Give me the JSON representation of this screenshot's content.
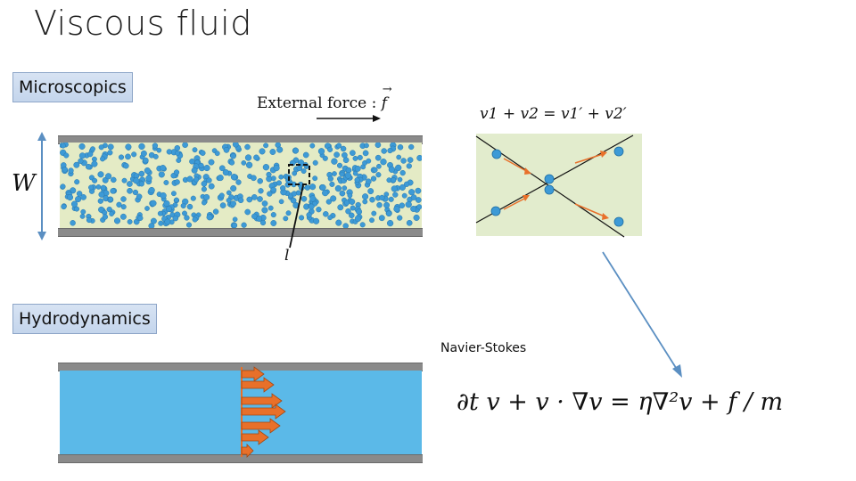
{
  "title": "Viscous fluid",
  "labels": {
    "microscopics": "Microscopics",
    "hydrodynamics": "Hydrodynamics",
    "navier_stokes": "Navier-Stokes"
  },
  "math": {
    "external_force_text": "External force :",
    "external_force_symbol": "f",
    "width_symbol": "W",
    "length_symbol": "l",
    "collision_equation": "v1 + v2 = v1′ + v2′",
    "navier_stokes_equation": "∂t v + v · ∇v = η∇²v + f / m"
  },
  "colors": {
    "particle": "#3d9ad6",
    "fluid_micro": "#e4ebc5",
    "fluid_hydro": "#5bb9e8",
    "arrow_orange": "#e8702a",
    "plate": "#8a8a8a"
  }
}
